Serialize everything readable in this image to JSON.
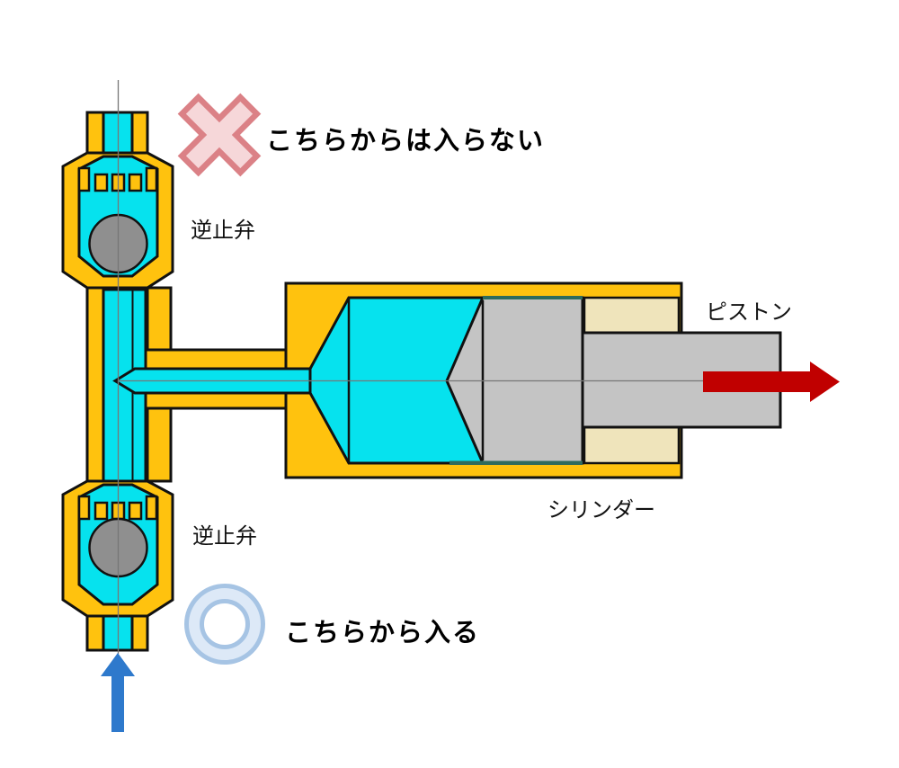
{
  "title": "check-valve-pump-diagram",
  "labels": {
    "no_entry": "こちらからは入らない",
    "entry": "こちらから入る",
    "check_valve_top": "逆止弁",
    "check_valve_bottom": "逆止弁",
    "piston": "ピストン",
    "cylinder": "シリンダー"
  },
  "symbols": {
    "x_mark": "cross-no-entry-symbol",
    "circle_mark": "circle-entry-symbol",
    "red_arrow": "piston-motion-arrow-right",
    "blue_arrow": "inflow-arrow-up"
  },
  "colors": {
    "body_yellow": "#FFC20E",
    "fluid_cyan": "#06E2EE",
    "metal_gray": "#C4C4C4",
    "ball_gray": "#8F8F8F",
    "cap_beige": "#EFE4BB",
    "seal_teal": "#2F6B5C",
    "arrow_red": "#C00000",
    "arrow_blue": "#2E79CC",
    "x_fill": "#F6D7D9",
    "x_stroke": "#DB8186",
    "ring_stroke": "#A6C4E4",
    "ring_fill": "#DDE9F7",
    "outline": "#111111",
    "centerline": "#777777"
  }
}
